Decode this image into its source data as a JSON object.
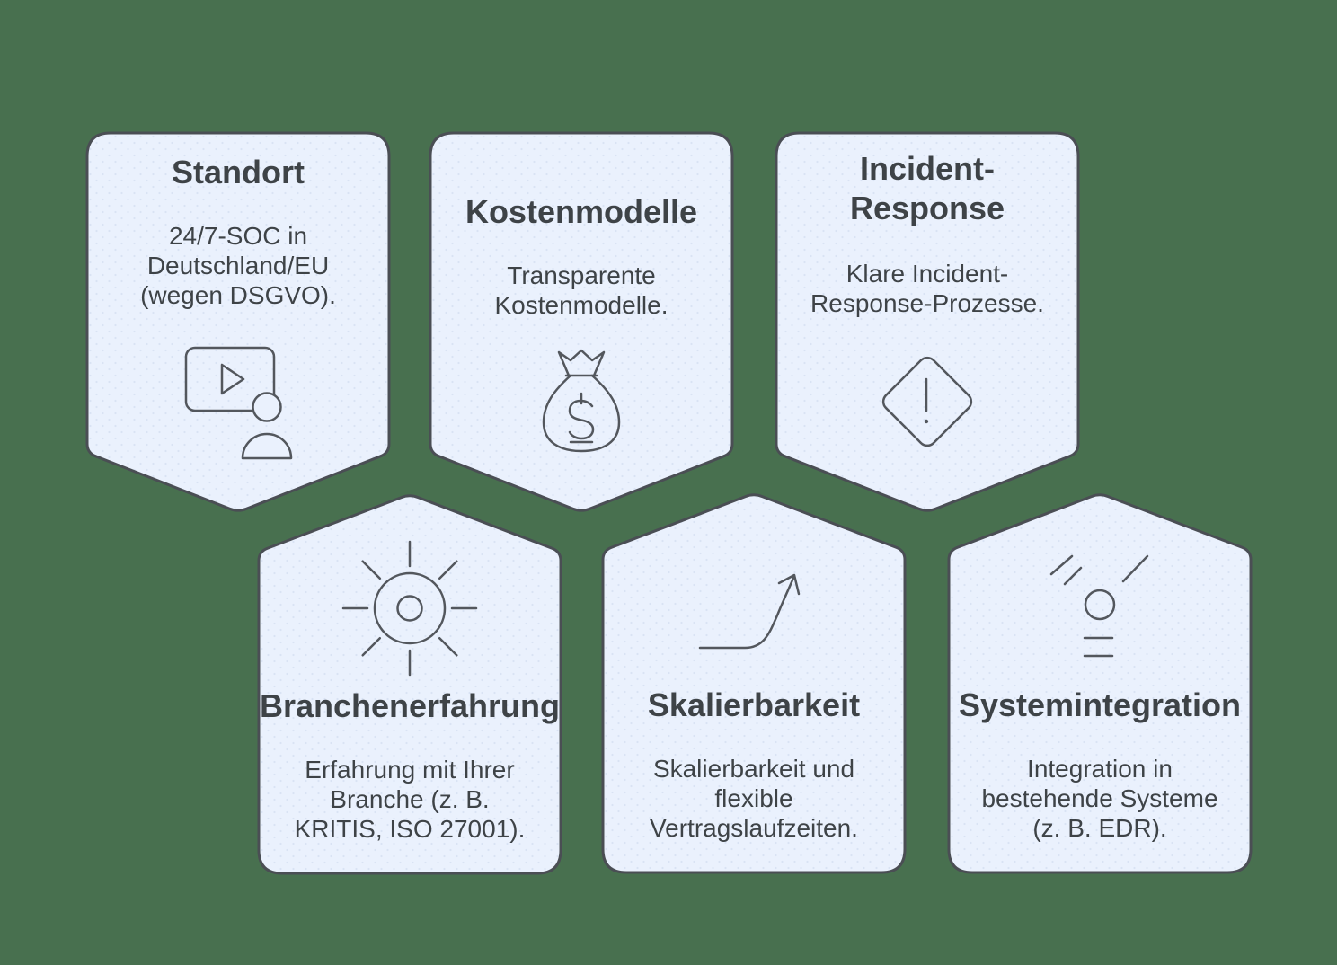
{
  "colors": {
    "bg": "#48704f",
    "card": "#eaf1fd",
    "card-dot": "#d9e3f4",
    "border": "#4a4e54",
    "text": "#3e4347",
    "icon": "#53575d"
  },
  "cards": [
    {
      "id": "standort",
      "title": "Standort",
      "body": "24/7-SOC in\nDeutschland/EU\n(wegen DSGVO).",
      "icon": "video-player-person-icon"
    },
    {
      "id": "kostenmodelle",
      "title": "Kostenmodelle",
      "body": "Transparente\nKostenmodelle.",
      "icon": "money-bag-icon"
    },
    {
      "id": "incident-response",
      "title": "Incident-\nResponse",
      "body": "Klare Incident-\nResponse-Prozesse.",
      "icon": "alert-diamond-icon"
    },
    {
      "id": "branchenerfahrung",
      "title": "Branchenerfahrung",
      "body": "Erfahrung mit Ihrer\nBranche (z. B.\nKRITIS, ISO 27001).",
      "icon": "sun-gear-icon"
    },
    {
      "id": "skalierbarkeit",
      "title": "Skalierbarkeit",
      "body": "Skalierbarkeit und\nflexible\nVertragslaufzeiten.",
      "icon": "growth-arrow-icon"
    },
    {
      "id": "systemintegration",
      "title": "Systemintegration",
      "body": "Integration in\nbestehende Systeme\n(z. B. EDR).",
      "icon": "integration-icon"
    }
  ]
}
